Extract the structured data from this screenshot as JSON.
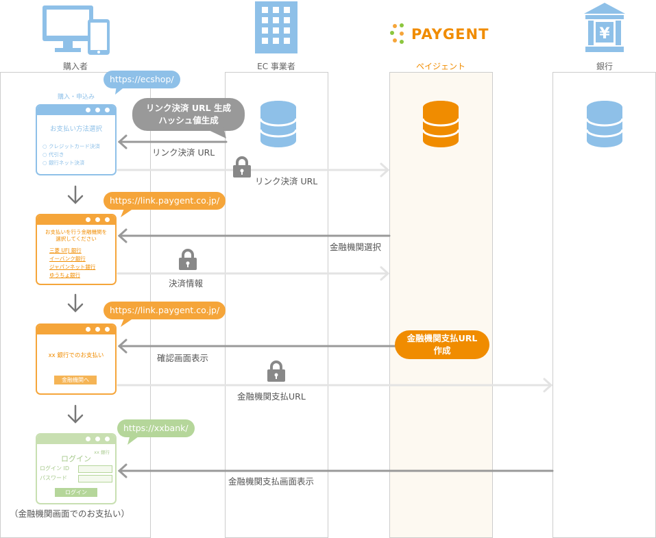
{
  "actors": {
    "buyer": "購入者",
    "ec": "EC 事業者",
    "paygent": "ペイジェント",
    "bank": "銀行",
    "paygent_logo": "PAYGENT"
  },
  "colors": {
    "blue": "#8ec0e8",
    "orange": "#f5a53a",
    "orange_dark": "#f08c00",
    "green": "#b5d69a",
    "gray": "#999999",
    "paygent_lane_bg": "#fdf9f1"
  },
  "bubbles": {
    "ecshop": "https://ecshop/",
    "paygent1": "https://link.paygent.co.jp/",
    "paygent2": "https://link.paygent.co.jp/",
    "xxbank": "https://xxbank/"
  },
  "window1": {
    "caption": "購入・申込み",
    "title": "お支払い方法選択",
    "options": [
      "クレジットカード決済",
      "代引き",
      "銀行ネット決済"
    ]
  },
  "window2": {
    "title_line1": "お支払いを行う金融機関を",
    "title_line2": "選択してください",
    "banks": [
      "三菱 UFJ 銀行",
      "イーバンク銀行",
      "ジャパンネット銀行",
      "ゆうちょ銀行"
    ]
  },
  "window3": {
    "title": "xx 銀行でのお支払い",
    "button": "金融機関へ"
  },
  "window4": {
    "bank_name": "xx 銀行",
    "title": "ログイン",
    "id_label": "ログイン ID",
    "pw_label": "パスワード",
    "button": "ログイン",
    "caption": "（金融機関画面でのお支払い）"
  },
  "process": {
    "ec_generate_line1": "リンク決済 URL 生成",
    "ec_generate_line2": "ハッシュ値生成",
    "paygent_create_line1": "金融機関支払URL",
    "paygent_create_line2": "作成"
  },
  "messages": {
    "m1": "リンク決済 URL",
    "m2": "リンク決済 URL",
    "m3": "金融機関選択",
    "m4": "決済情報",
    "m5": "確認画面表示",
    "m6": "金融機関支払URL",
    "m7": "金融機関支払画面表示"
  }
}
